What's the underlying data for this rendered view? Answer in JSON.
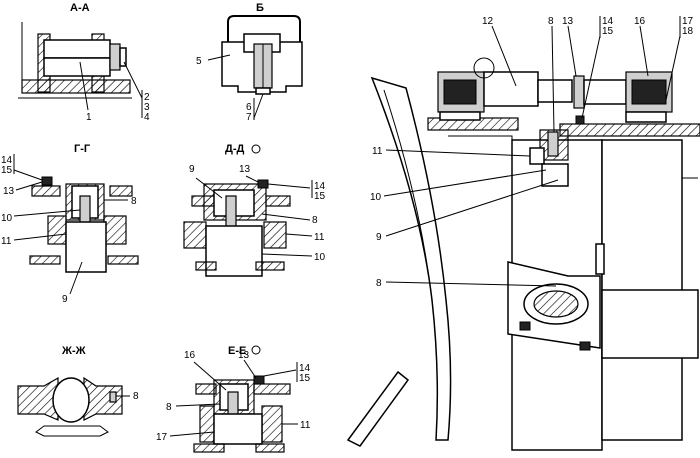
{
  "sections": {
    "aa": {
      "title": "А-А",
      "labels": [
        "1",
        "2",
        "3",
        "4"
      ]
    },
    "b": {
      "title": "Б",
      "labels": [
        "5",
        "6",
        "7"
      ]
    },
    "gg": {
      "title": "Г-Г",
      "labels": [
        "14",
        "15",
        "13",
        "8",
        "10",
        "11",
        "9"
      ]
    },
    "dd": {
      "title": "Д-Д",
      "labels": [
        "9",
        "13",
        "14",
        "15",
        "8",
        "11",
        "10"
      ]
    },
    "zhzh": {
      "title": "Ж-Ж",
      "labels": [
        "8"
      ]
    },
    "ee": {
      "title": "Е-Е",
      "labels": [
        "16",
        "13",
        "14",
        "15",
        "8",
        "11",
        "17"
      ]
    },
    "main": {
      "labels": [
        "12",
        "8",
        "13",
        "14",
        "15",
        "16",
        "17",
        "18",
        "11",
        "10",
        "9",
        "8"
      ]
    }
  }
}
